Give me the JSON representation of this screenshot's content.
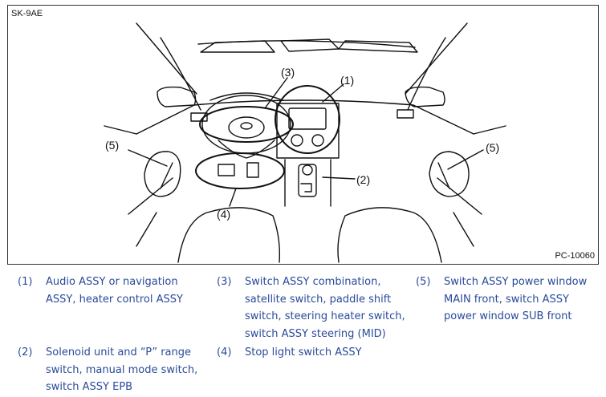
{
  "figure": {
    "id_label": "SK-9AE",
    "code_label": "PC-10060",
    "callouts": [
      "(1)",
      "(2)",
      "(3)",
      "(4)",
      "(5)",
      "(5)"
    ]
  },
  "legend": [
    {
      "number": "(1)",
      "text": "Audio ASSY or navigation ASSY, heater control ASSY"
    },
    {
      "number": "(2)",
      "text": "Solenoid unit and “P” range switch, manual mode switch, switch ASSY EPB"
    },
    {
      "number": "(3)",
      "text": "Switch ASSY combination, satellite switch, paddle shift switch, steering heater switch, switch ASSY steering (MID)"
    },
    {
      "number": "(4)",
      "text": "Stop light switch ASSY"
    },
    {
      "number": "(5)",
      "text": "Switch ASSY power window MAIN front, switch ASSY power window SUB front"
    }
  ]
}
